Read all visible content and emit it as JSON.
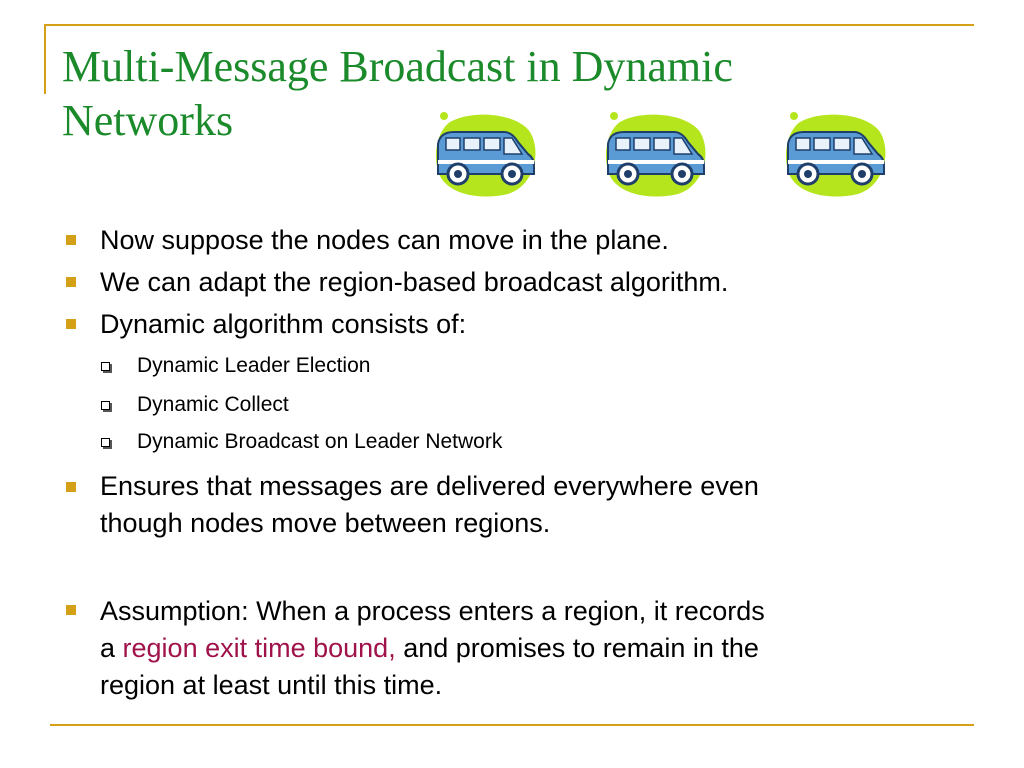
{
  "title": "Multi-Message Broadcast in Dynamic Networks",
  "icons": [
    "van-icon",
    "van-icon",
    "van-icon"
  ],
  "colors": {
    "title": "#1a8a2a",
    "accent": "#d4a017",
    "highlight": "#a0124a",
    "van_blob": "#b5e61d",
    "van_body": "#5b9bd5"
  },
  "bullets": {
    "b1": "Now suppose the nodes can move in the plane.",
    "b2": "We can adapt the region-based broadcast algorithm.",
    "b3": "Dynamic algorithm consists of:",
    "sub1": "Dynamic Leader Election",
    "sub2": "Dynamic Collect",
    "sub3": "Dynamic Broadcast on Leader Network",
    "b4_line1": "Ensures that messages are delivered everywhere even",
    "b4_line2": "though nodes move between regions.",
    "b5_line1": "Assumption:  When a process enters a region, it records",
    "b5_pre": "a ",
    "b5_highlight": "region exit time bound,",
    "b5_post": " and promises to remain in the",
    "b5_line3": "region at least until this time."
  }
}
